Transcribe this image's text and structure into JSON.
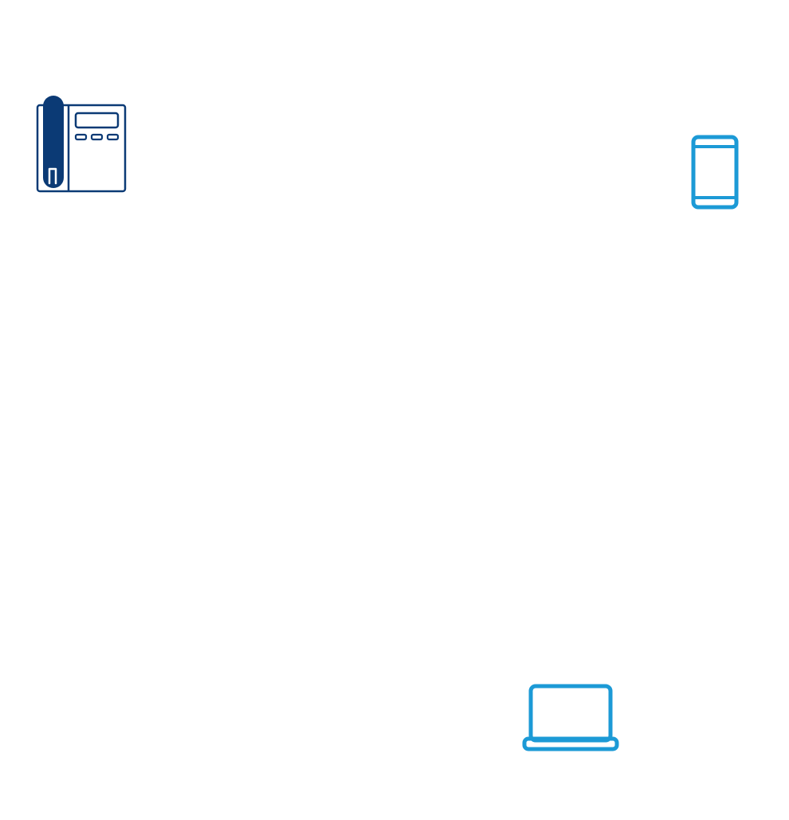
{
  "icons": [
    {
      "id": "desk-phone",
      "name": "desk-phone-icon",
      "color": "#0b3a75"
    },
    {
      "id": "smartphone",
      "name": "smartphone-icon",
      "color": "#1c9ad6"
    },
    {
      "id": "laptop",
      "name": "laptop-icon",
      "color": "#1c9ad6"
    }
  ],
  "colors": {
    "background": "#ffffff",
    "navy": "#0b3a75",
    "sky": "#1c9ad6"
  }
}
